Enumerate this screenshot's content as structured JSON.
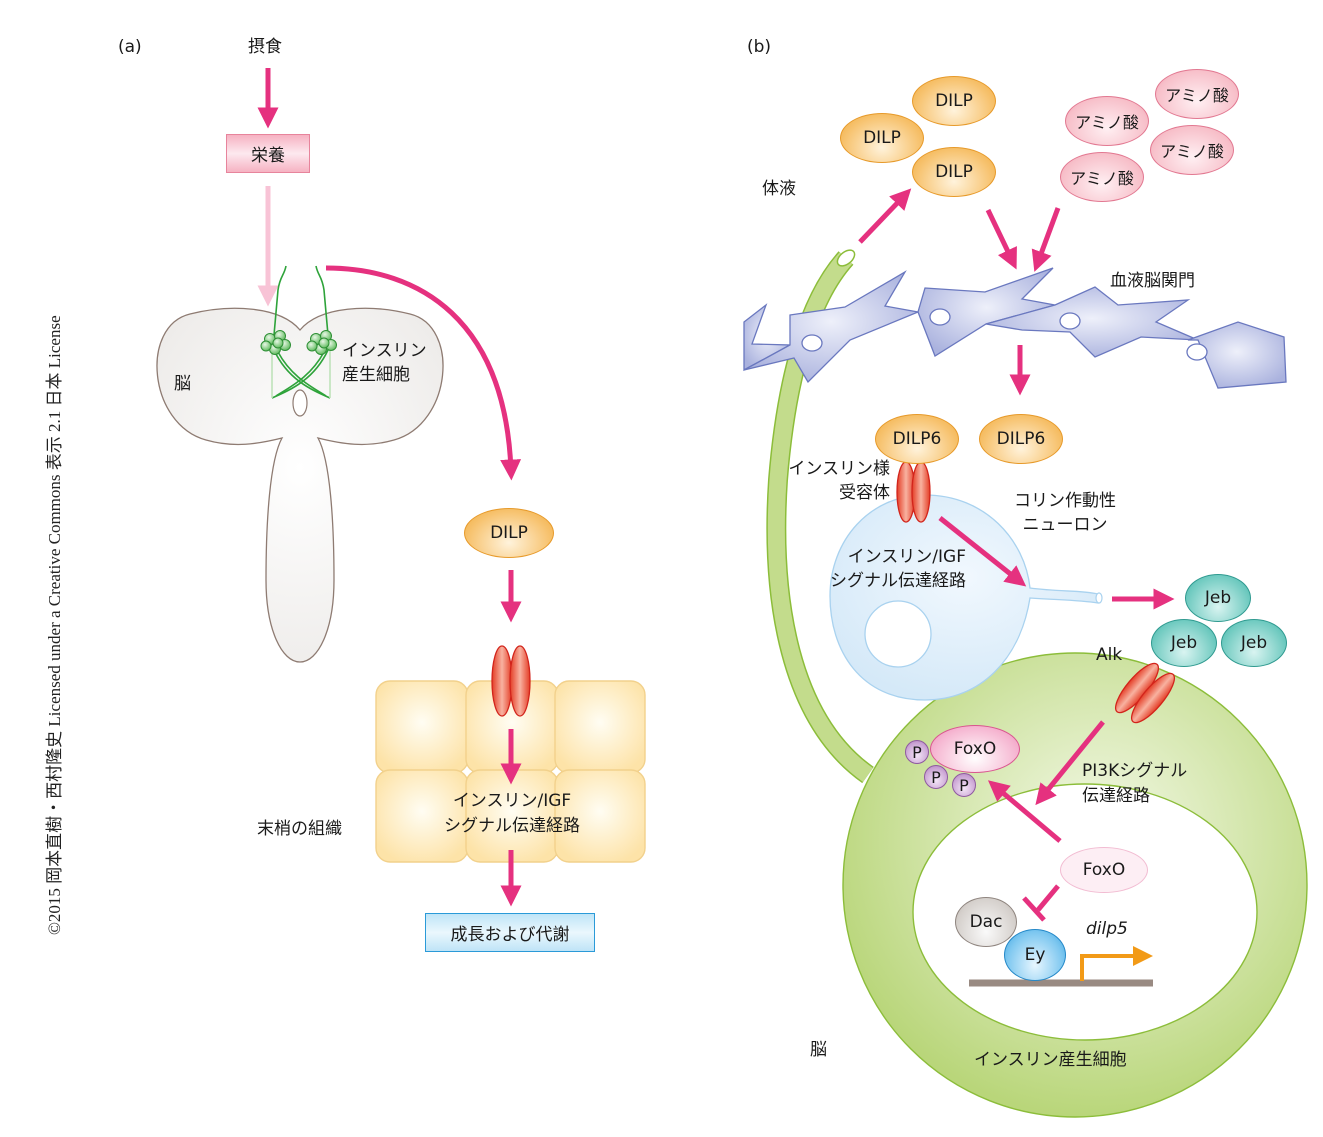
{
  "copyright": "©2015 岡本直樹・西村隆史 Licensed under a Creative Commons 表示 2.1 日本 License",
  "colors": {
    "arrow": "#e5317f",
    "arrow_faint": "#f8c3d6",
    "brain_outline": "#8e7b72",
    "ipc_green": "#2ea33a",
    "bbb_cell": "#c3c9e8",
    "bbb_outline": "#6a78bf",
    "ipc_body": "#c3dc8c",
    "neuron": "#e1f0fb",
    "receptor": "#e4472e",
    "dna": "#998a82",
    "promoter_arrow": "#f29a17"
  },
  "panel_a": {
    "label": "(a)",
    "feeding": "摂食",
    "nutrition": "栄養",
    "brain": "脳",
    "ipc_line1": "インスリン",
    "ipc_line2": "産生細胞",
    "dilp": "DILP",
    "peripheral_tissue": "末梢の組織",
    "pathway_line1": "インスリン/IGF",
    "pathway_line2": "シグナル伝達経路",
    "growth_metabolism": "成長および代謝"
  },
  "panel_b": {
    "label": "(b)",
    "body_fluid": "体液",
    "dilps": [
      "DILP",
      "DILP",
      "DILP"
    ],
    "amino_acids": [
      "アミノ酸",
      "アミノ酸",
      "アミノ酸",
      "アミノ酸"
    ],
    "bbb": "血液脳関門",
    "dilp6": [
      "DILP6",
      "DILP6"
    ],
    "insulin_like_receptor_line1": "インスリン様",
    "insulin_like_receptor_line2": "受容体",
    "cholinergic_line1": "コリン作動性",
    "cholinergic_line2": "ニューロン",
    "pathway_line1": "インスリン/IGF",
    "pathway_line2": "シグナル伝達経路",
    "jeb": [
      "Jeb",
      "Jeb",
      "Jeb"
    ],
    "alk": "Alk",
    "foxo_cyto": "FoxO",
    "phospho": [
      "P",
      "P",
      "P"
    ],
    "pi3k_line1": "PI3Kシグナル",
    "pi3k_line2": "伝達経路",
    "foxo_nuc": "FoxO",
    "dac": "Dac",
    "ey": "Ey",
    "gene": "dilp5",
    "brain": "脳",
    "ipc": "インスリン産生細胞"
  }
}
